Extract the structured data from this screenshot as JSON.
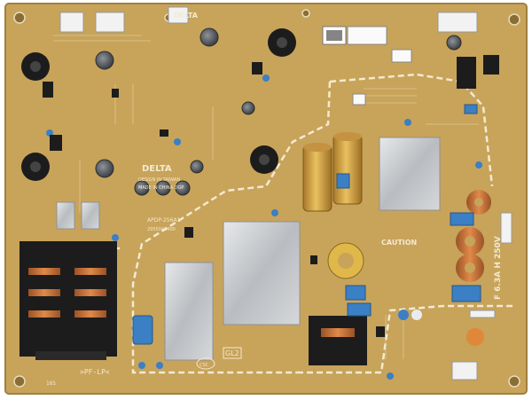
{
  "board": {
    "brand": "DELTA",
    "brand_small": "DELTA",
    "model": "APDP-256A1",
    "part_number": "2955042400",
    "design_text": "DESIGN IN TAIWAN",
    "made_text": "MADE IN CHINA DGP",
    "caution_heading": "CAUTION",
    "fuse_rating": "F 6.3A H 250V",
    "pf_lp_text": ">PF-LP<",
    "gl2_label": "GL2",
    "csc_label": "CSC",
    "bottom_left_code": "16S"
  },
  "colors": {
    "pcb": "#c8a35a",
    "pcb_dark": "#b08a44",
    "silkscreen": "#f4ead0",
    "heatsink": "#c7c9cc",
    "capacitor_blue": "#3b7fc4",
    "capacitor_gold": "#d7a640",
    "transformer_black": "#1c1c1c",
    "copper_coil": "#c8753e",
    "connector_white": "#f2f2f2"
  }
}
